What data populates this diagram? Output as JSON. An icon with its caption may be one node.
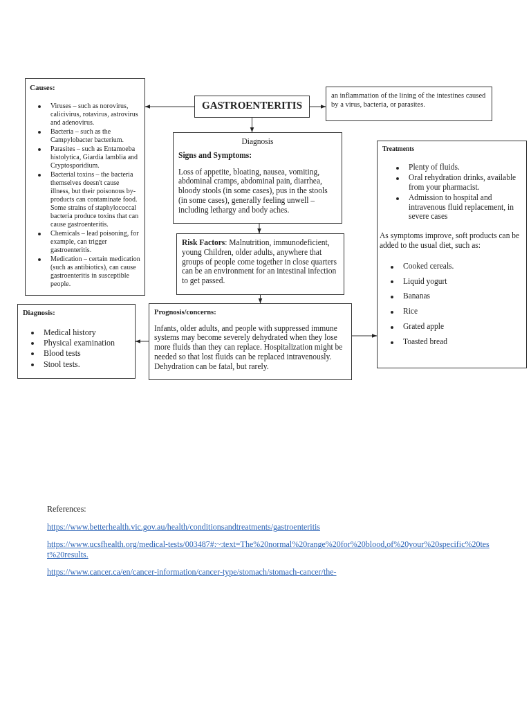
{
  "diagram": {
    "nodes": [
      {
        "text": [
          "**Causes**:",
          "Viruses – such as norovirus, calicivirus, rotavirus, astrovirus and adenovirus.",
          "Bacteria – such as the Campylobacter bacterium.",
          "Parasites – such as Entamoeba histolytica, Giardia lamblia and Cryptosporidium.",
          "Bacterial toxins – the bacteria themselves doesn't cause illness, but their poisonous by-products can contaminate food. Some strains of staphylococcal bacteria produce toxins that can cause gastroenteritis.",
          "Chemicals – lead poisoning, for example, can trigger gastroenteritis.",
          "Medication – certain medication (such as antibiotics), can cause gastroenteritis in susceptible people."
        ]
      },
      {
        "text": [
          "GASTROENTERITIS"
        ]
      },
      {
        "text": [
          "an inflammation of the lining of the intestines caused by a virus, bacteria, or parasites."
        ]
      },
      {
        "text": [
          "Diagnosis",
          "Signs and Symptoms:",
          "Loss of appetite, bloating, nausea, vomiting, abdominal cramps, abdominal pain, diarrhea, bloody stools (in some cases), pus in the stools (in some cases), generally feeling unwell – including lethargy and body aches."
        ]
      },
      {
        "text": [
          "Treatments",
          "Plenty of fluids.",
          "Oral rehydration drinks, available from your pharmacist.",
          "Admission to hospital and intravenous fluid replacement, in severe cases",
          "As symptoms improve, soft products can be added to the usual diet, such as:",
          "Cooked cereals.",
          "Liquid yogurt",
          "Bananas",
          "Rice",
          "Grated apple",
          "Toasted bread"
        ]
      },
      {
        "text": [
          "**Risk Factors**: Malnutrition, immunodeficient, young Children, older adults, anywhere that groups of people come together in close quarters can be an environment for an intestinal infection to get passed."
        ]
      },
      {
        "text": [
          "Diagnosis:",
          "Medical history",
          "Physical examination",
          "Blood tests",
          "Stool tests."
        ]
      },
      {
        "text": [
          "Prognosis/concerns:",
          "Infants, older adults, and people with suppressed immune systems may become severely dehydrated when they lose more fluids than they can replace. Hospitalization might be needed so that lost fluids can be replaced intravenously. Dehydration can be fatal, but rarely."
        ]
      }
    ],
    "edges": [
      {
        "from": 1,
        "to": 0,
        "arrow": "to"
      },
      {
        "from": 1,
        "to": 2,
        "arrow": "to"
      },
      {
        "from": 1,
        "to": 3,
        "arrow": "to"
      },
      {
        "from": 3,
        "to": 5,
        "arrow": "to"
      },
      {
        "from": 5,
        "to": 7,
        "arrow": "to"
      },
      {
        "from": 7,
        "to": 6,
        "arrow": "to"
      },
      {
        "from": 7,
        "to": 4,
        "arrow": "to"
      }
    ],
    "labels": [
      "References:",
      "https://www.betterhealth.vic.gov.au/health/conditionsandtreatments/gastroenteritis",
      "https://www.ucsfhealth.org/medical-tests/003487#:~:text=The%20normal%20range%20for%20blood,of%20your%20specific%20test%20results.",
      "https://www.cancer.ca/en/cancer-information/cancer-type/stomach/stomach-cancer/the-"
    ]
  }
}
